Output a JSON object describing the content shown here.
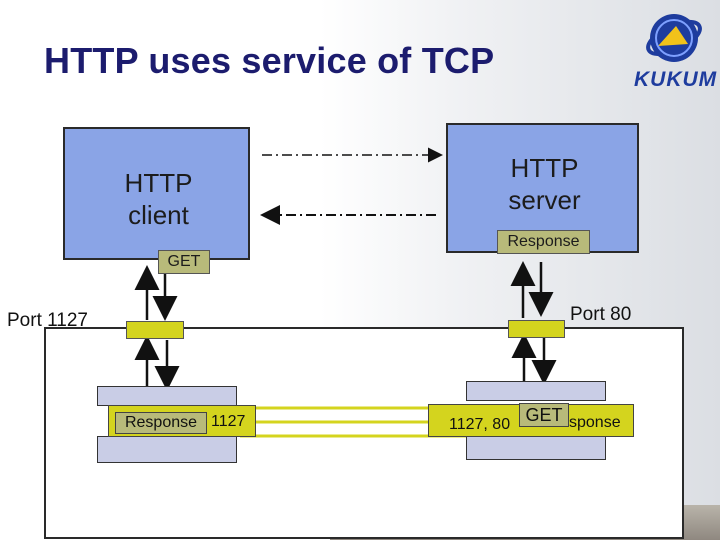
{
  "title": "HTTP uses service of TCP",
  "logo": {
    "text": "KUKUM",
    "emblem": "globe-emblem"
  },
  "client": {
    "title": "HTTP client",
    "line1": "HTTP",
    "line2": "client"
  },
  "server": {
    "title": "HTTP server",
    "line1": "HTTP",
    "line2": "server"
  },
  "labels": {
    "get": "GET",
    "response": "Response",
    "port_client": "Port 1127",
    "port_server": "Port 80"
  },
  "tcp_left": {
    "text": "Response",
    "num": "1127"
  },
  "tcp_right": {
    "prefix": "1127, 80",
    "get": "GET",
    "tail": "sponse"
  },
  "colors": {
    "title": "#1c1c6e",
    "app_box": "#8aa4e6",
    "port_box": "#d4d41e",
    "label_box": "#b8ba7a",
    "tcp_box": "#c9cde6",
    "band": "#d4d41e"
  }
}
